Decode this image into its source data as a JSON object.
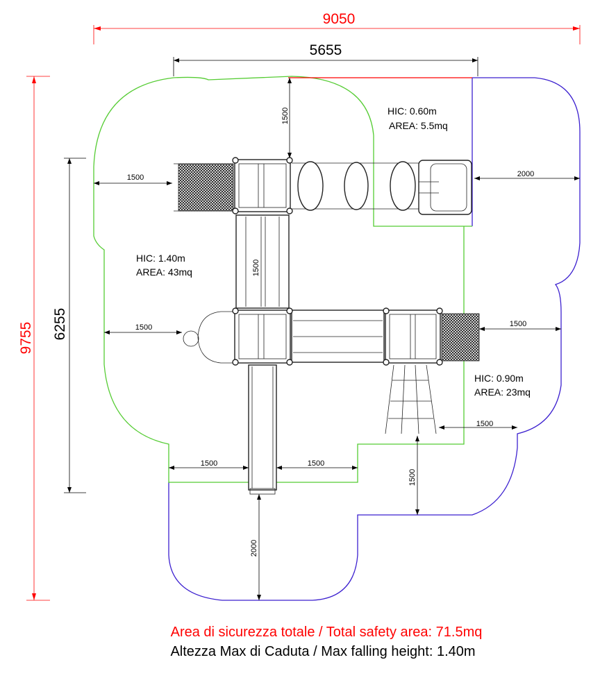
{
  "overall": {
    "width_dim": "9050",
    "depth_dim": "9755"
  },
  "equipment": {
    "width_dim": "5655",
    "depth_dim": "6255"
  },
  "clearances": {
    "top": "1500",
    "left_upper": "1500",
    "right_upper": "2000",
    "left_lower": "1500",
    "right_lower": "1500",
    "right_bottom": "1500",
    "right_vertical": "1500",
    "bottom_left": "1500",
    "bottom_mid": "1500",
    "bottom_slide": "2000",
    "bridge_length": "1500"
  },
  "zones": [
    {
      "hic": "HIC: 0.60m",
      "area": "AREA: 5.5mq"
    },
    {
      "hic": "HIC: 1.40m",
      "area": "AREA: 43mq"
    },
    {
      "hic": "HIC: 0.90m",
      "area": "AREA: 23mq"
    }
  ],
  "footer": {
    "total_area": "Area di sicurezza totale / Total safety area: 71.5mq",
    "max_height": "Altezza Max di Caduta / Max falling height: 1.40m"
  },
  "colors": {
    "overall_dim": "#ff0000",
    "zone_green": "#55cc33",
    "zone_blue": "#3b1fcf",
    "zone_red": "#ff0000"
  }
}
